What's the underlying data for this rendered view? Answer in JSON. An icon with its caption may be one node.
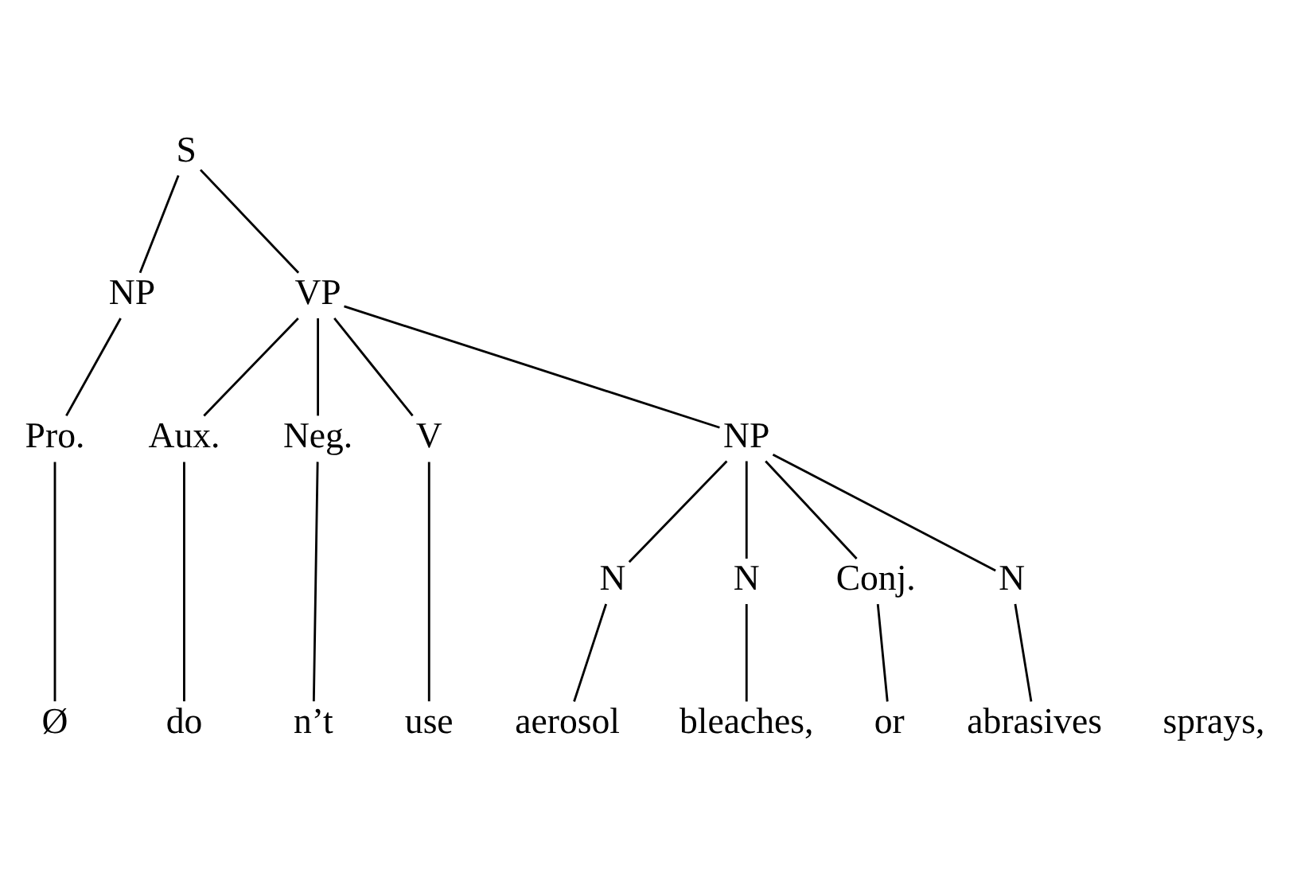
{
  "diagram": {
    "nodes": [
      {
        "text": [
          "S"
        ]
      },
      {
        "text": [
          "NP"
        ]
      },
      {
        "text": [
          "VP"
        ]
      },
      {
        "text": [
          "Pro."
        ]
      },
      {
        "text": [
          "Aux."
        ]
      },
      {
        "text": [
          "Neg."
        ]
      },
      {
        "text": [
          "V"
        ]
      },
      {
        "text": [
          "NP"
        ]
      },
      {
        "text": [
          "N"
        ]
      },
      {
        "text": [
          "N"
        ]
      },
      {
        "text": [
          "Conj."
        ]
      },
      {
        "text": [
          "N"
        ]
      },
      {
        "text": [
          "Ø"
        ]
      },
      {
        "text": [
          "do"
        ]
      },
      {
        "text": [
          "n’t"
        ]
      },
      {
        "text": [
          "use"
        ]
      },
      {
        "text": [
          "aerosol"
        ]
      },
      {
        "text": [
          "bleaches,"
        ]
      },
      {
        "text": [
          "or"
        ]
      },
      {
        "text": [
          "abrasives"
        ]
      }
    ],
    "edges": [
      {
        "from": 0,
        "to": 1,
        "arrow": "none"
      },
      {
        "from": 0,
        "to": 2,
        "arrow": "none"
      },
      {
        "from": 1,
        "to": 3,
        "arrow": "none"
      },
      {
        "from": 2,
        "to": 4,
        "arrow": "none"
      },
      {
        "from": 2,
        "to": 5,
        "arrow": "none"
      },
      {
        "from": 2,
        "to": 6,
        "arrow": "none"
      },
      {
        "from": 2,
        "to": 7,
        "arrow": "none"
      },
      {
        "from": 7,
        "to": 8,
        "arrow": "none"
      },
      {
        "from": 7,
        "to": 9,
        "arrow": "none"
      },
      {
        "from": 7,
        "to": 10,
        "arrow": "none"
      },
      {
        "from": 7,
        "to": 11,
        "arrow": "none"
      },
      {
        "from": 3,
        "to": 12,
        "arrow": "none"
      },
      {
        "from": 4,
        "to": 13,
        "arrow": "none"
      },
      {
        "from": 5,
        "to": 14,
        "arrow": "none"
      },
      {
        "from": 6,
        "to": 15,
        "arrow": "none"
      },
      {
        "from": 8,
        "to": 16,
        "arrow": "none"
      },
      {
        "from": 9,
        "to": 17,
        "arrow": "none"
      },
      {
        "from": 10,
        "to": 18,
        "arrow": "none"
      },
      {
        "from": 11,
        "to": 19,
        "arrow": "none"
      }
    ],
    "labels": [
      "sprays,"
    ]
  }
}
